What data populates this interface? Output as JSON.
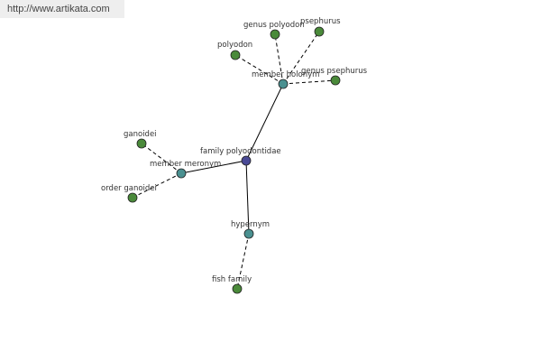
{
  "header": {
    "site_url": "http://www.artikata.com"
  },
  "graph": {
    "nodes": [
      {
        "id": "center",
        "label": "family polyodontidae",
        "color": "#4a4a96",
        "kind": "root"
      },
      {
        "id": "member_holonym",
        "label": "member holonym",
        "color": "#4a9090",
        "kind": "relation"
      },
      {
        "id": "member_meronym",
        "label": "member meronym",
        "color": "#4a9090",
        "kind": "relation"
      },
      {
        "id": "hypernym",
        "label": "hypernym",
        "color": "#4a9090",
        "kind": "relation"
      },
      {
        "id": "genus_polyodon",
        "label": "genus polyodon",
        "color": "#4a8a3a",
        "kind": "term"
      },
      {
        "id": "psephurus",
        "label": "psephurus",
        "color": "#4a8a3a",
        "kind": "term"
      },
      {
        "id": "polyodon",
        "label": "polyodon",
        "color": "#4a8a3a",
        "kind": "term"
      },
      {
        "id": "genus_psephurus",
        "label": "genus psephurus",
        "color": "#4a8a3a",
        "kind": "term"
      },
      {
        "id": "ganoidei",
        "label": "ganoidei",
        "color": "#4a8a3a",
        "kind": "term"
      },
      {
        "id": "order_ganoidei",
        "label": "order ganoidei",
        "color": "#4a8a3a",
        "kind": "term"
      },
      {
        "id": "fish_family",
        "label": "fish family",
        "color": "#4a8a3a",
        "kind": "term"
      }
    ],
    "edges": [
      {
        "from": "center",
        "to": "member_holonym",
        "style": "solid"
      },
      {
        "from": "center",
        "to": "member_meronym",
        "style": "solid"
      },
      {
        "from": "center",
        "to": "hypernym",
        "style": "solid"
      },
      {
        "from": "member_holonym",
        "to": "genus_polyodon",
        "style": "dashed"
      },
      {
        "from": "member_holonym",
        "to": "psephurus",
        "style": "dashed"
      },
      {
        "from": "member_holonym",
        "to": "polyodon",
        "style": "dashed"
      },
      {
        "from": "member_holonym",
        "to": "genus_psephurus",
        "style": "dashed"
      },
      {
        "from": "member_meronym",
        "to": "ganoidei",
        "style": "dashed"
      },
      {
        "from": "member_meronym",
        "to": "order_ganoidei",
        "style": "dashed"
      },
      {
        "from": "hypernym",
        "to": "fish_family",
        "style": "dashed"
      }
    ]
  }
}
